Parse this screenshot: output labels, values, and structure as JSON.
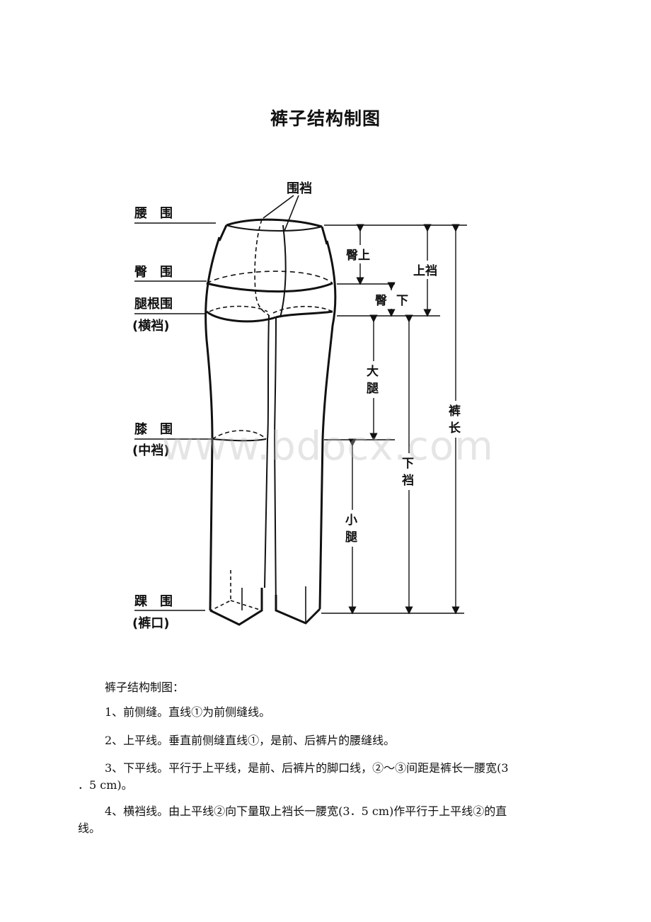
{
  "title": "裤子结构制图",
  "figure": {
    "left_labels": {
      "waist": "腰　围",
      "hip": "臀　围",
      "thigh": "腿根围",
      "thigh_sub": "(横裆)",
      "knee": "膝　围",
      "knee_sub": "(中裆)",
      "ankle": "踝　围",
      "ankle_sub": "(裤口)"
    },
    "crotch_label": "围裆",
    "dim_labels": {
      "hip_upper": "臀上",
      "hip_lower_a": "臀",
      "hip_lower_b": "下",
      "upper_crotch": "上裆",
      "thigh_a": "大",
      "thigh_b": "腿",
      "calf_a": "小",
      "calf_b": "腿",
      "lower_crotch_a": "下",
      "lower_crotch_b": "裆",
      "length_a": "裤",
      "length_b": "长"
    }
  },
  "watermark": "www.bdocx.com",
  "paragraphs": [
    "裤子结构制图：",
    "1、前侧缝。直线①为前侧缝线。",
    "2、上平线。垂直前侧缝直线①，是前、后裤片的腰缝线。",
    "3、下平线。平行于上平线，是前、后裤片的脚口线，②～③间距是裤长一腰宽(3",
    "．5 cm)。",
    "4、横裆线。由上平线②向下量取上裆长一腰宽(3．5 cm)作平行于上平线②的直",
    "线。"
  ]
}
